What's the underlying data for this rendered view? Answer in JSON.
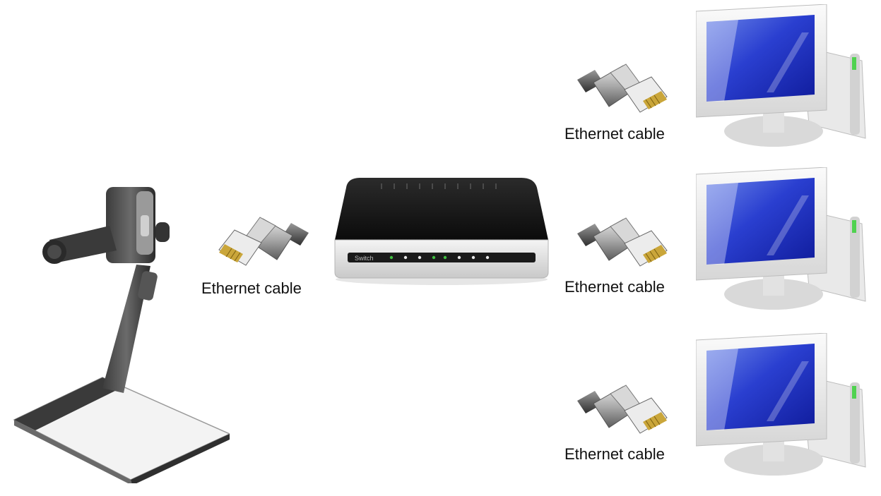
{
  "camera": {
    "icon": "document-camera-icon"
  },
  "switch": {
    "label": "Switch",
    "icon": "network-switch-icon"
  },
  "cable_left": {
    "label": "Ethernet cable",
    "icon": "ethernet-plug-icon"
  },
  "cables_right": [
    {
      "label": "Ethernet cable",
      "icon": "ethernet-plug-icon"
    },
    {
      "label": "Ethernet cable",
      "icon": "ethernet-plug-icon"
    },
    {
      "label": "Ethernet cable",
      "icon": "ethernet-plug-icon"
    }
  ],
  "computers": [
    {
      "icon": "computer-monitor-icon"
    },
    {
      "icon": "computer-monitor-icon"
    },
    {
      "icon": "computer-monitor-icon"
    }
  ]
}
